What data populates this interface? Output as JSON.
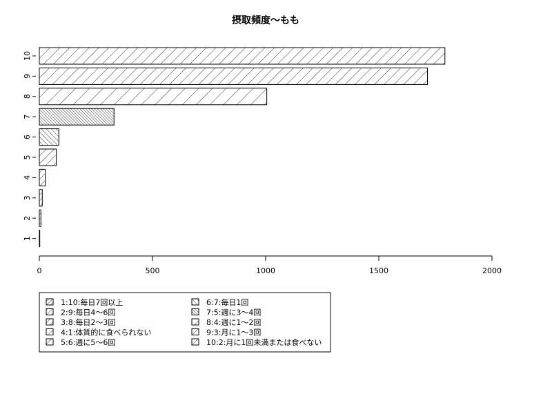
{
  "chart_data": {
    "type": "bar",
    "orientation": "horizontal",
    "title": "摂取頻度〜もも",
    "xlabel": "",
    "ylabel": "",
    "categories": [
      "1",
      "2",
      "3",
      "4",
      "5",
      "6",
      "7",
      "8",
      "9",
      "10"
    ],
    "values": [
      2,
      7,
      13,
      26,
      75,
      86,
      330,
      1005,
      1715,
      1792
    ],
    "x_ticks": [
      0,
      500,
      1000,
      1500,
      2000
    ],
    "xlim": [
      0,
      2000
    ],
    "grid": false,
    "legend": {
      "placement": "bottom-left",
      "entries": [
        "1:10:毎日7回以上",
        "2:9:毎日4〜6回",
        "3:8:毎日2〜3回",
        "4:1:体質的に食べられない",
        "5:6:週に5〜6回",
        "6:7:毎日1回",
        "7:5:週に3〜4回",
        "8:4:週に1〜2回",
        "9:3:月に1〜3回",
        "10:2:月に1回未満または食べない"
      ]
    },
    "colors": {
      "bar_fill": "#ffffff",
      "bar_stroke": "#000000",
      "hatch": "#000000"
    }
  }
}
